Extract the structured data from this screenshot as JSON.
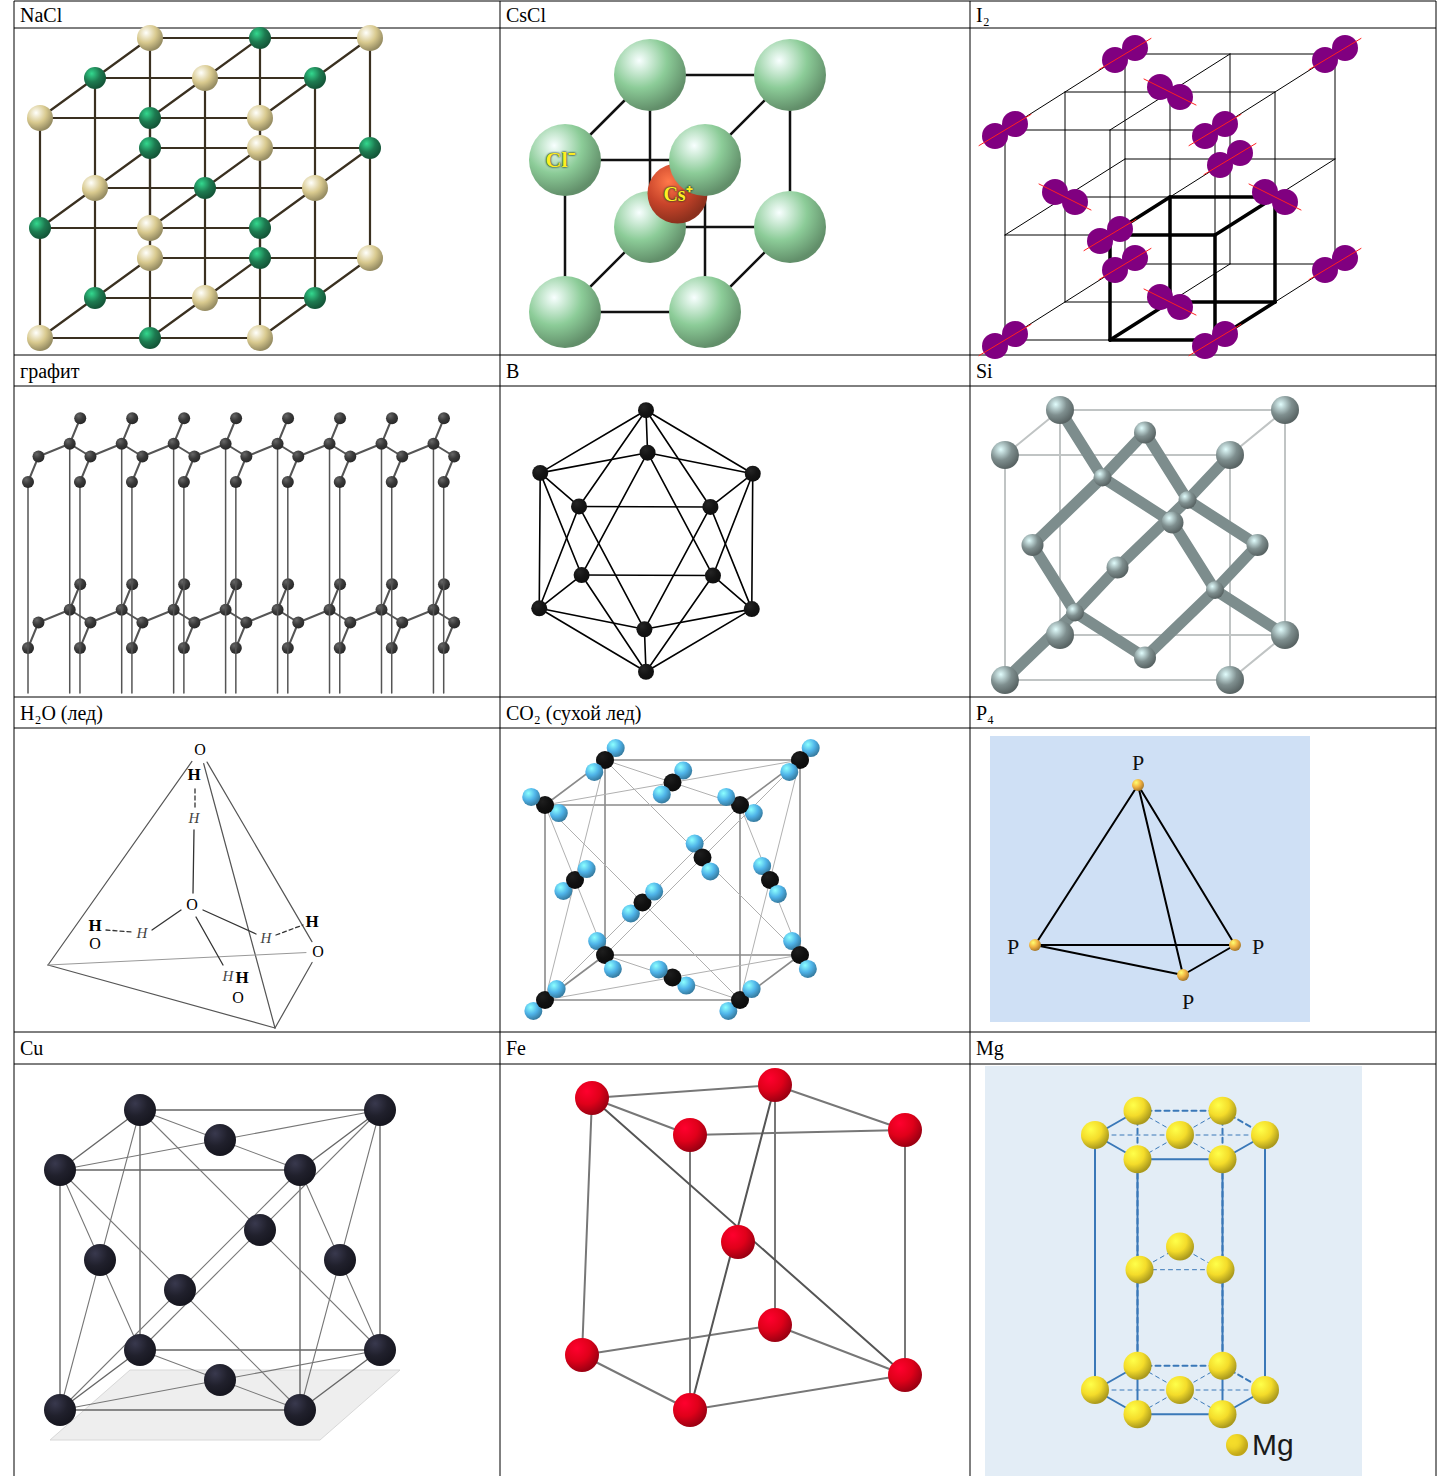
{
  "diagram": {
    "labels": [
      "NaCl",
      "CsCl",
      "I₂",
      "графит",
      "B",
      "Si",
      "H₂O (лед)",
      "CO₂ (сухой лед)",
      "P₄",
      "Cu",
      "Fe",
      "Mg",
      "Cl⁻",
      "Cs⁺",
      "O",
      "H",
      "H",
      "H",
      "O",
      "H",
      "O",
      "H",
      "H",
      "O",
      "H",
      "H",
      "O",
      "P",
      "P",
      "P",
      "P"
    ],
    "legend": [
      {
        "text": "Mg",
        "color": "#f4dc2a"
      }
    ]
  }
}
